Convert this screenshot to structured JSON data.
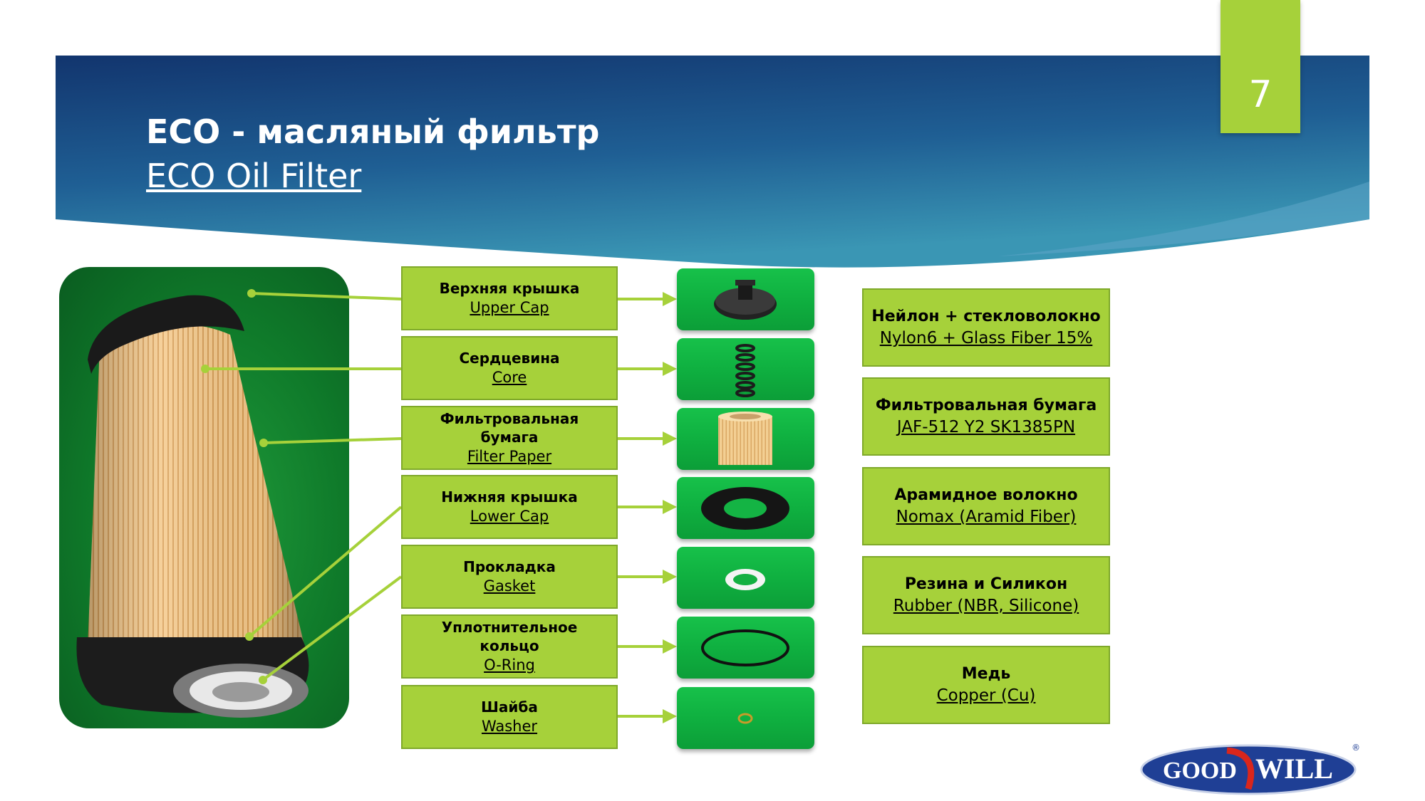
{
  "slide": {
    "number": "7"
  },
  "title": {
    "ru": "ECO - масляный фильтр",
    "en": "ECO Oil Filter"
  },
  "components": [
    {
      "ru": "Верхняя крышка",
      "en": "Upper Cap"
    },
    {
      "ru": "Сердцевина",
      "en": "Core"
    },
    {
      "ru": "Фильтровальная бумага",
      "en": "Filter Paper"
    },
    {
      "ru": "Нижняя крышка",
      "en": "Lower Cap"
    },
    {
      "ru": "Прокладка",
      "en": "Gasket"
    },
    {
      "ru": "Уплотнительное кольцо",
      "en": "O-Ring"
    },
    {
      "ru": "Шайба",
      "en": "Washer"
    }
  ],
  "materials": [
    {
      "ru": "Нейлон + стекловолокно",
      "en": "Nylon6 + Glass Fiber 15%"
    },
    {
      "ru": "Фильтровальная бумага",
      "en": "JAF-512 Y2 SK1385PN"
    },
    {
      "ru": "Арамидное волокно",
      "en": "Nomax (Aramid Fiber)"
    },
    {
      "ru": "Резина и Силикон",
      "en": "Rubber (NBR, Silicone)"
    },
    {
      "ru": "Медь",
      "en": "Copper (Cu)"
    }
  ],
  "logo": {
    "left": "GOOD",
    "right": "WILL",
    "mark": "®"
  },
  "colors": {
    "accent_green": "#a6d13a",
    "banner_dark": "#12356e",
    "banner_light": "#2f8fae",
    "connector": "#a6d13a"
  }
}
